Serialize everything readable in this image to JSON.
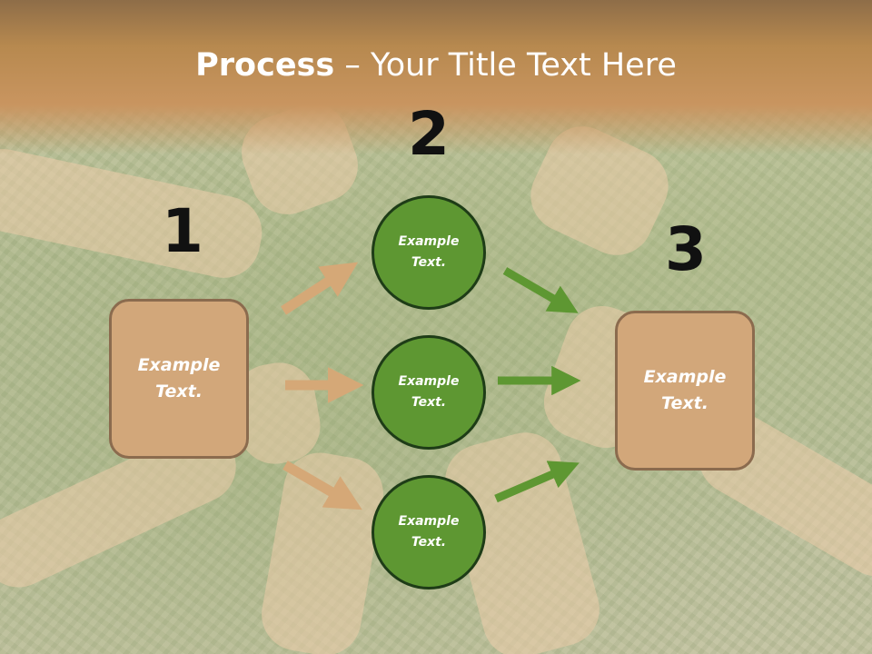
{
  "title": {
    "bold": "Process",
    "rest": " – Your Title Text Here"
  },
  "steps": [
    {
      "number": "1"
    },
    {
      "number": "2"
    },
    {
      "number": "3"
    }
  ],
  "left_box": {
    "text": "Example\nText."
  },
  "right_box": {
    "text": "Example\nText."
  },
  "circles": [
    {
      "text": "Example\nText."
    },
    {
      "text": "Example\nText."
    },
    {
      "text": "Example\nText."
    }
  ],
  "colors": {
    "box_fill": "#d2a77a",
    "box_border": "#8b6b4e",
    "circle_fill": "#5e9732",
    "circle_border": "#1e3c17",
    "tan_arrow": "#d5a877",
    "green_arrow": "#5e9732",
    "header": "#c99560"
  }
}
